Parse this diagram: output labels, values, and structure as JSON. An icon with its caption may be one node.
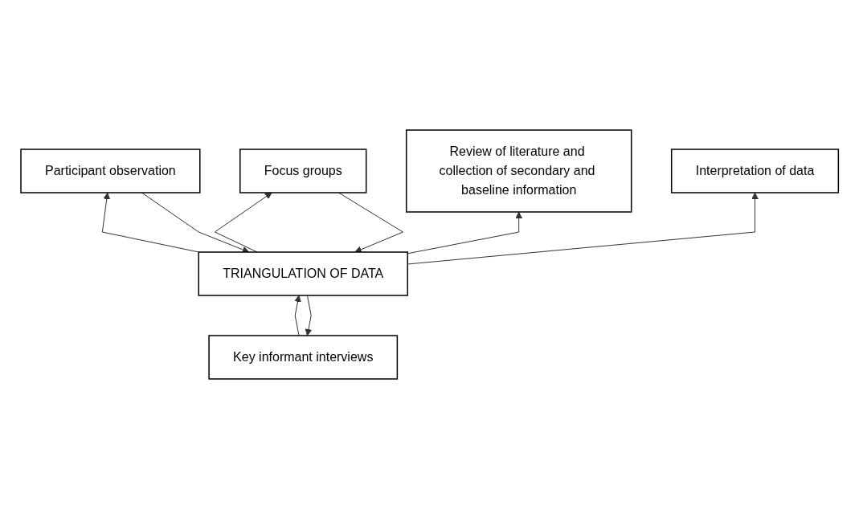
{
  "diagram": {
    "nodes": [
      {
        "text": [
          "Review of literature and collection of secondary and baseline information"
        ]
      },
      {
        "text": [
          "Key informant interviews"
        ]
      },
      {
        "text": [
          "Participant observation"
        ]
      },
      {
        "text": [
          "Focus groups"
        ]
      },
      {
        "text": [
          "TRIANGULATION OF DATA"
        ]
      },
      {
        "text": [
          "Interpretation of data"
        ]
      }
    ],
    "edges": [
      {
        "from": 1,
        "to": 4,
        "arrow": "to"
      },
      {
        "from": 4,
        "to": 1,
        "arrow": "to"
      },
      {
        "from": 2,
        "to": 4,
        "arrow": "to"
      },
      {
        "from": 4,
        "to": 2,
        "arrow": "to"
      },
      {
        "from": 3,
        "to": 4,
        "arrow": "to"
      },
      {
        "from": 4,
        "to": 3,
        "arrow": "to"
      },
      {
        "from": 4,
        "to": 0,
        "arrow": "to"
      },
      {
        "from": 4,
        "to": 5,
        "arrow": "to"
      }
    ]
  }
}
